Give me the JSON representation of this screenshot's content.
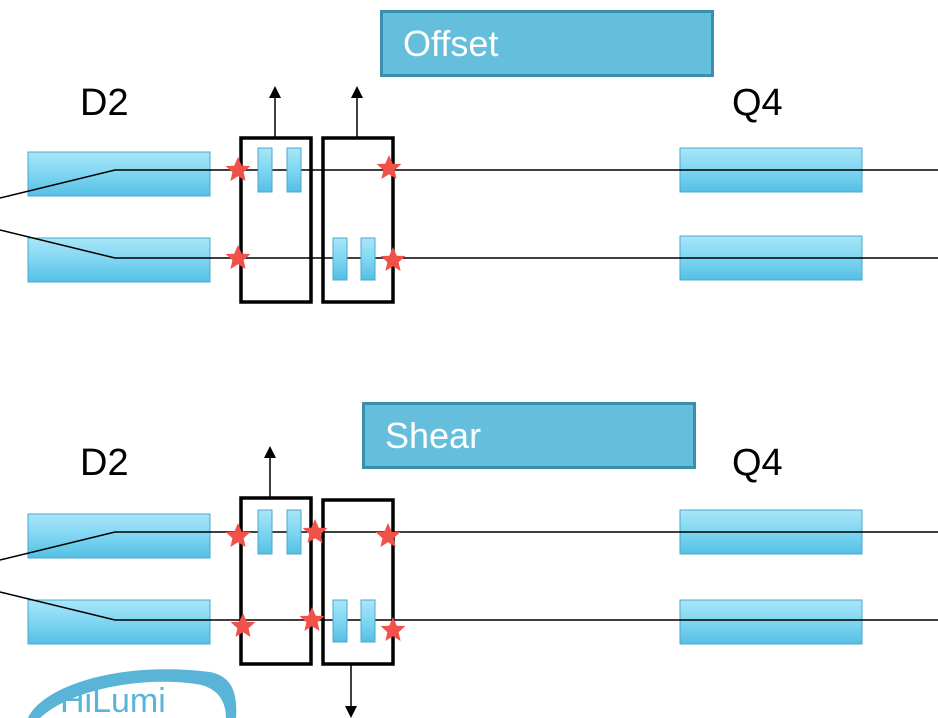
{
  "panels": [
    {
      "name": "offset",
      "title": "Offset",
      "left_label": "D2",
      "right_label": "Q4"
    },
    {
      "name": "shear",
      "title": "Shear",
      "left_label": "D2",
      "right_label": "Q4"
    }
  ],
  "logo": {
    "text": "HiLumi"
  },
  "colors": {
    "magnet_fill": "#7fd6f2",
    "magnet_edge": "#4aa8cc",
    "box_fill": "#64bedc",
    "box_edge": "#3a8fad",
    "star": "#f0524a",
    "logo": "#5ab4d8"
  }
}
